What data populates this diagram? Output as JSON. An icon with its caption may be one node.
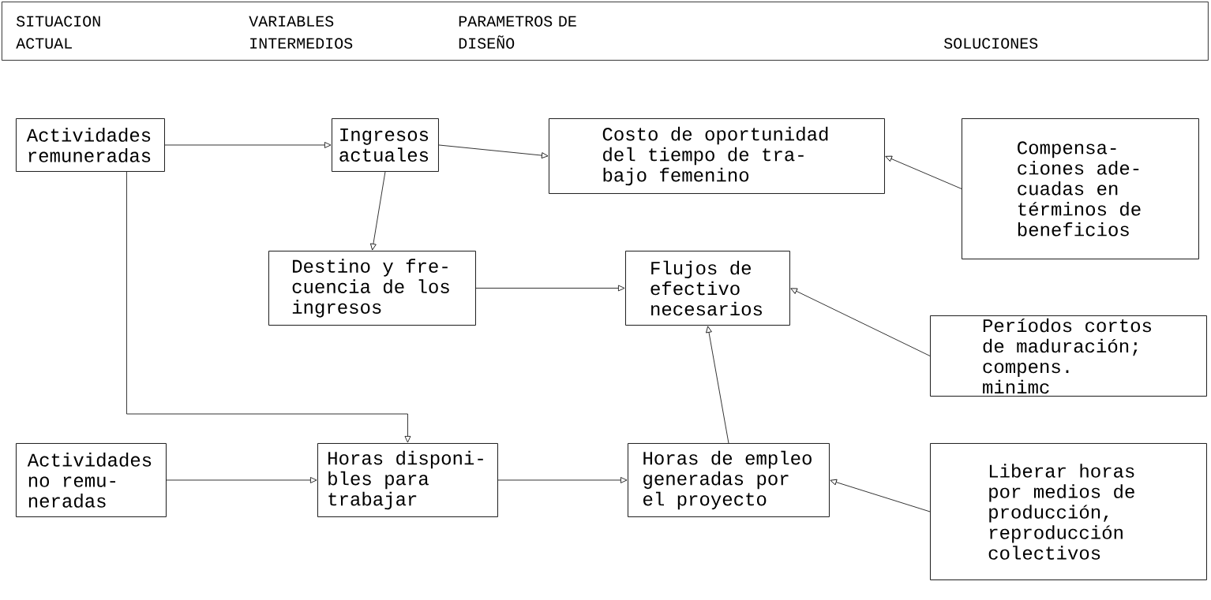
{
  "diagram": {
    "nodes": [
      {
        "text": [
          "SITUACION ACTUAL",
          "VARIABLES INTERMEDIOS",
          "PARAMETROS DE DISEÑO",
          "SOLUCIONES"
        ]
      },
      {
        "text": [
          "Actividades remuneradas"
        ]
      },
      {
        "text": [
          "Ingresos actuales"
        ]
      },
      {
        "text": [
          "Costo de oportunidad del tiempo de tra- bajo femenino"
        ]
      },
      {
        "text": [
          "Compensa- ciones ade- cuadas en términos de beneficios"
        ]
      },
      {
        "text": [
          "Destino y fre- cuencia de los ingresos"
        ]
      },
      {
        "text": [
          "Flujos de efectivo necesarios"
        ]
      },
      {
        "text": [
          "Períodos cortos de maduración; compens. minimc"
        ]
      },
      {
        "text": [
          "Actividades no remu- neradas"
        ]
      },
      {
        "text": [
          "Horas disponi- bles para trabajar"
        ]
      },
      {
        "text": [
          "Horas de empleo generadas por el proyecto"
        ]
      },
      {
        "text": [
          "Liberar horas por medios de producción, reproducción colectivos"
        ]
      }
    ],
    "edges": [
      {
        "from": 1,
        "to": 2,
        "arrow": "to"
      },
      {
        "from": 2,
        "to": 3,
        "arrow": "to"
      },
      {
        "from": 4,
        "to": 3,
        "arrow": "to"
      },
      {
        "from": 2,
        "to": 5,
        "arrow": "to"
      },
      {
        "from": 5,
        "to": 6,
        "arrow": "to"
      },
      {
        "from": 7,
        "to": 6,
        "arrow": "to"
      },
      {
        "from": 1,
        "to": 9,
        "arrow": "to"
      },
      {
        "from": 8,
        "to": 9,
        "arrow": "to"
      },
      {
        "from": 9,
        "to": 10,
        "arrow": "to"
      },
      {
        "from": 11,
        "to": 10,
        "arrow": "to"
      },
      {
        "from": 10,
        "to": 6,
        "arrow": "to"
      }
    ]
  }
}
